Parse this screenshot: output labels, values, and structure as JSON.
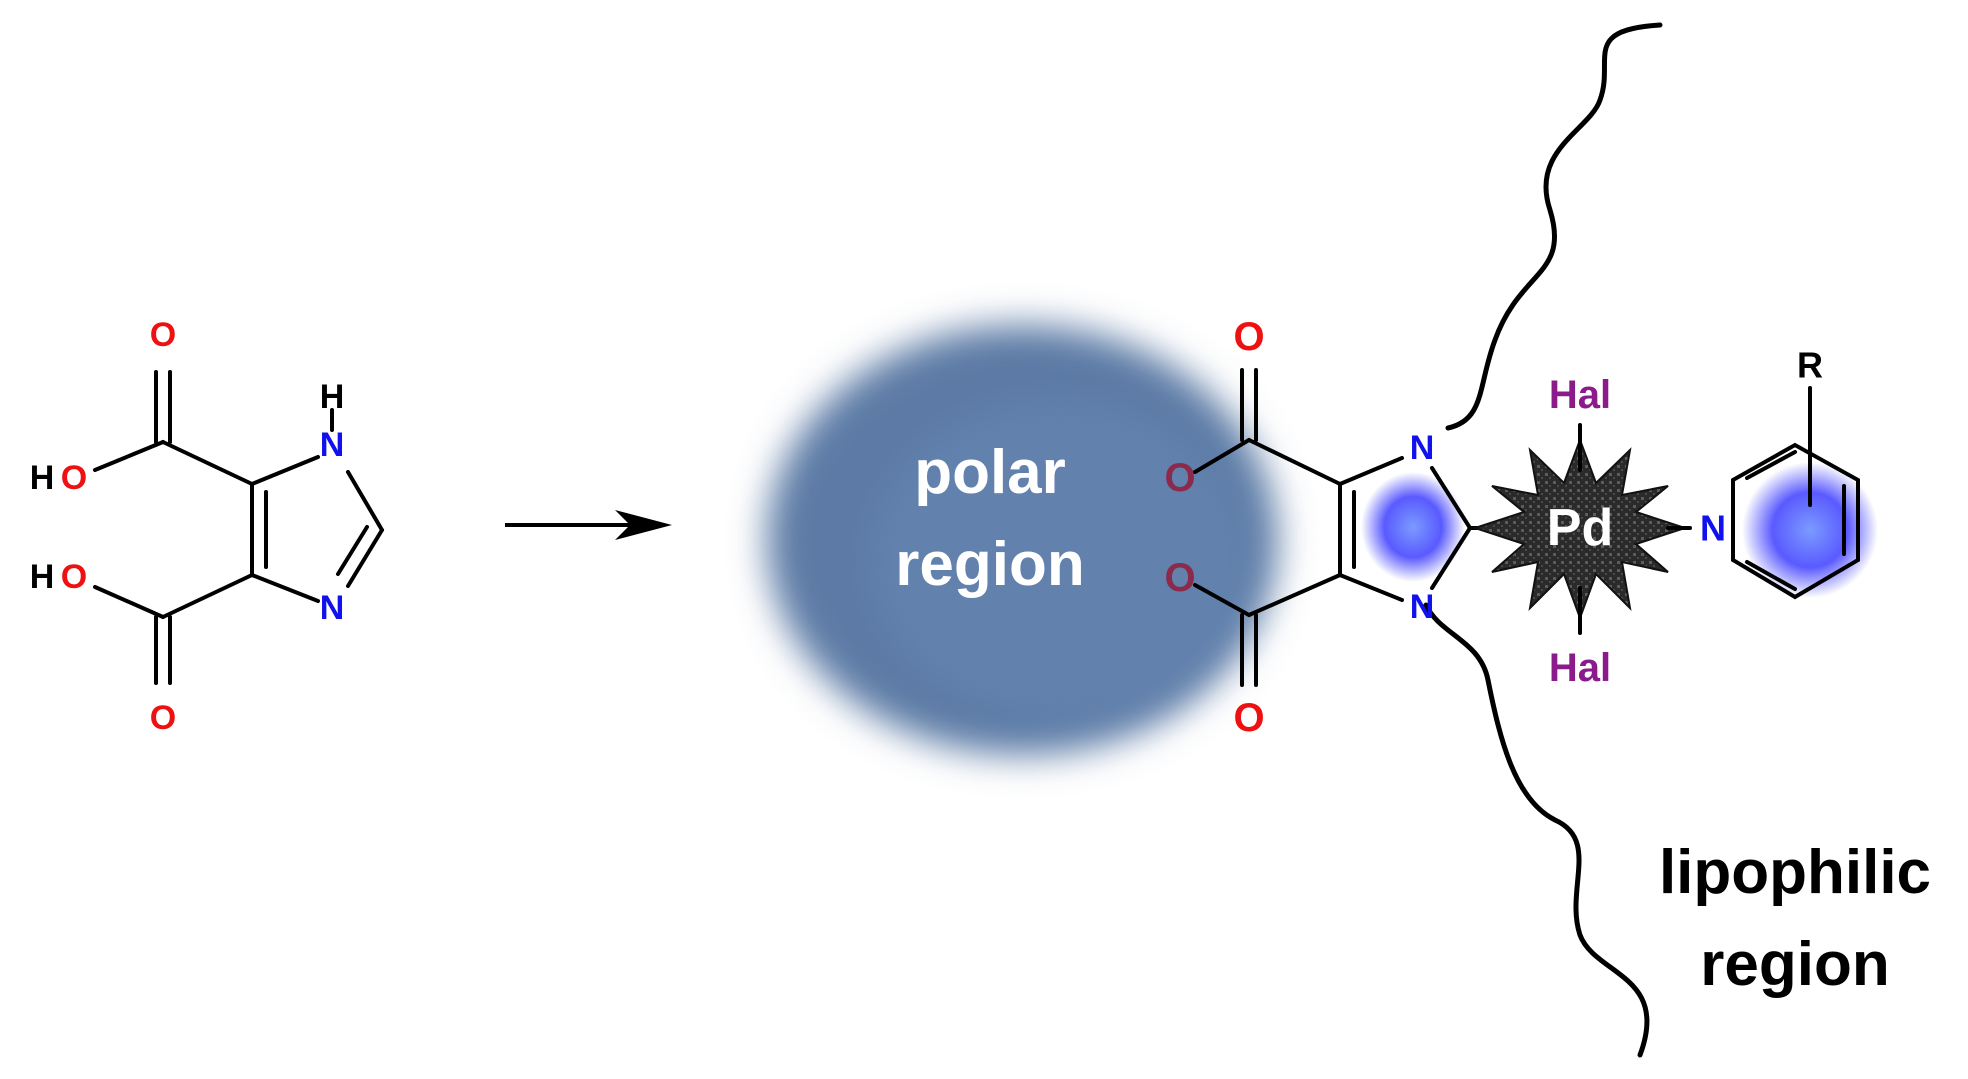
{
  "colors": {
    "oxygen": "#ee1111",
    "oxygen_dark": "#8b2a4a",
    "nitrogen": "#1111ee",
    "hydrogen": "#000000",
    "halogen": "#8b1a8b",
    "polar_blob": "#5b7aa5",
    "aromatic_glow": "#5a5aff",
    "lipophilic_text": "#000000",
    "polar_text": "#ffffff",
    "pd_text": "#ffffff"
  },
  "left_molecule": {
    "oxygen_top": "O",
    "oxygen_bottom": "O",
    "hydroxyl_top_h": "H",
    "hydroxyl_top_o": "O",
    "hydroxyl_bottom_h": "H",
    "hydroxyl_bottom_o": "O",
    "nh_h": "H",
    "nh_n": "N",
    "n_imine": "N"
  },
  "right_molecule": {
    "ester_o_top": "O",
    "ester_o_bottom": "O",
    "ring_o_top": "O",
    "ring_o_bottom": "O",
    "imidazole_n_top": "N",
    "imidazole_n_bottom": "N",
    "metal": "Pd",
    "halide_top": "Hal",
    "halide_bottom": "Hal",
    "pyridine_n": "N",
    "substituent": "R"
  },
  "labels": {
    "polar_line1": "polar",
    "polar_line2": "region",
    "lipophilic_line1": "lipophilic",
    "lipophilic_line2": "region"
  },
  "icons": {
    "reaction_arrow": "right-arrow-icon",
    "metal_starburst": "starburst-icon"
  }
}
